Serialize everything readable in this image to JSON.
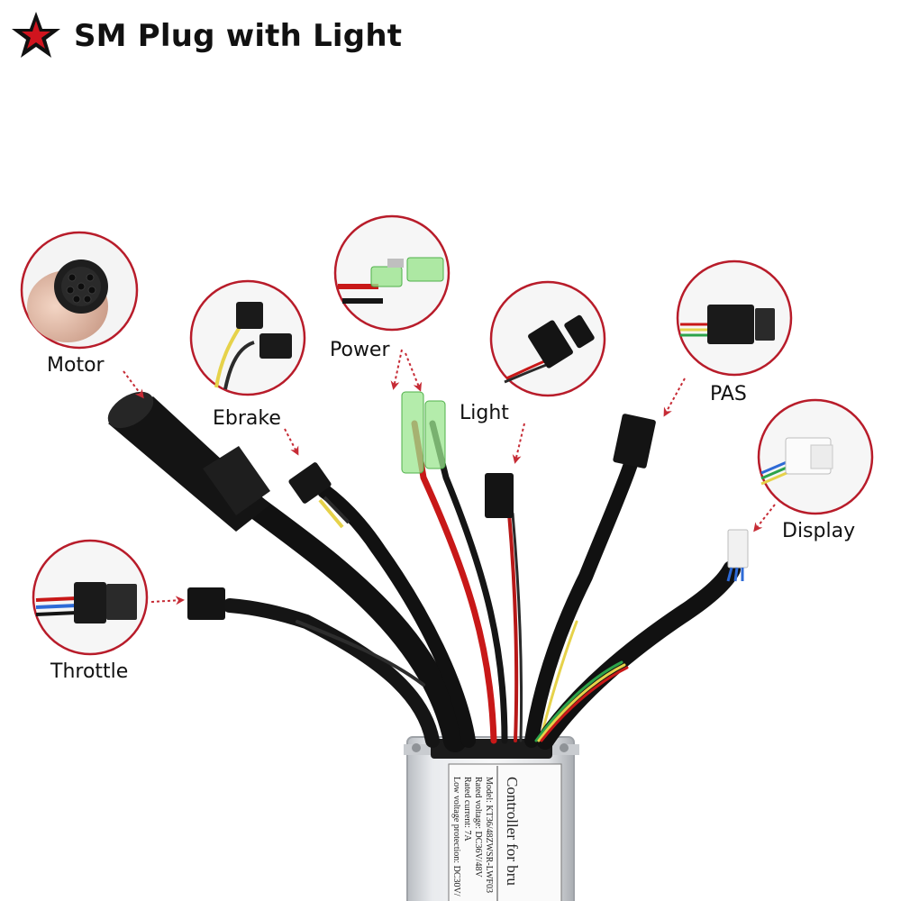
{
  "header": {
    "title": "SM Plug with Light",
    "icon": "star-icon",
    "star_color": "#d0141e"
  },
  "connectors": {
    "motor": "Motor",
    "ebrake": "Ebrake",
    "power": "Power",
    "light": "Light",
    "pas": "PAS",
    "display": "Display",
    "throttle": "Throttle"
  },
  "controller": {
    "title": "Controller for bru",
    "model_label": "Model:",
    "model_value": "KT36/48ZWSR-LWF03",
    "voltage_label": "Rated voltage:",
    "voltage_value": "DC36V/48V",
    "current_label": "Rated current:",
    "current_value": "7A",
    "lowvolt_label": "Low voltage protection:",
    "lowvolt_value": "DC30V/"
  },
  "colors": {
    "circle_border": "#b81c2a",
    "arrow": "#c62b35",
    "cable": "#111111"
  }
}
